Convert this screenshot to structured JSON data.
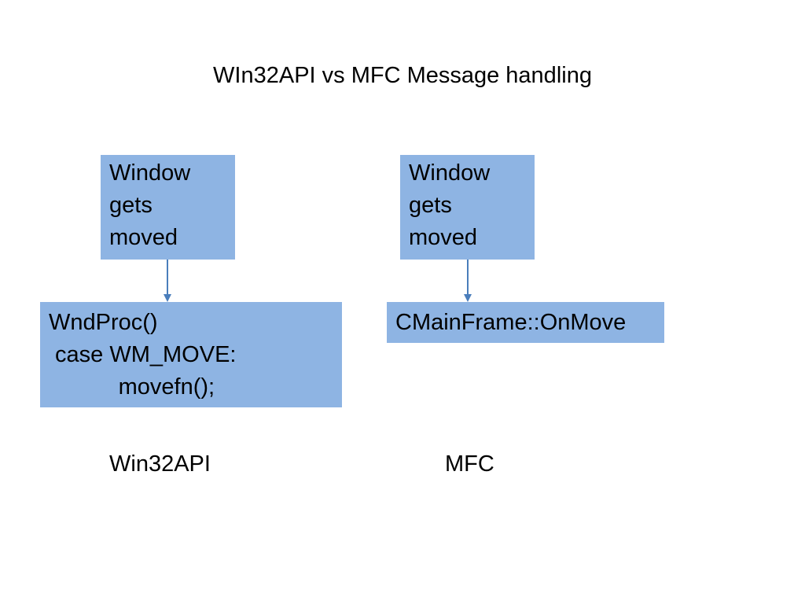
{
  "title": "WIn32API vs MFC Message handling",
  "win32": {
    "event_box": {
      "lines": [
        "Window",
        "gets",
        "moved"
      ]
    },
    "handler_box": {
      "lines": [
        "WndProc()",
        " case WM_MOVE:",
        "           movefn();"
      ]
    },
    "caption": "Win32API"
  },
  "mfc": {
    "event_box": {
      "lines": [
        "Window",
        "gets",
        "moved"
      ]
    },
    "handler_box": {
      "lines": [
        "CMainFrame::OnMove"
      ]
    },
    "caption": "MFC"
  },
  "colors": {
    "box_fill": "#8eb4e3",
    "arrow": "#4a7ebb",
    "text": "#000000"
  }
}
